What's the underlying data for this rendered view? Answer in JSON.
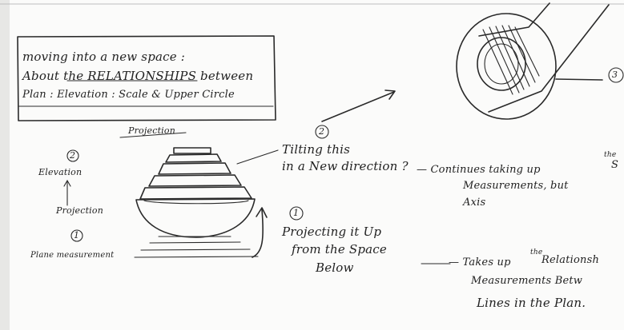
{
  "title_box": {
    "line1": "moving into a new space :",
    "line2": "About the RELATIONSHIPS between",
    "line3": "Plan : Elevation : Scale & Upper Circle"
  },
  "labels": {
    "projection_top": "Projection",
    "num2_left": "2",
    "elevation": "Elevation",
    "projection_left": "Projection",
    "num1_left": "1",
    "plane_measurement": "Plane measurement",
    "num2_mid": "2",
    "tilting_line1": "Tilting this",
    "tilting_line2": "in a New direction ?",
    "num1_mid": "1",
    "projecting_line1": "Projecting it Up",
    "projecting_line2": "from the Space",
    "projecting_line3": "Below",
    "continues_line1": "— Continues taking up",
    "continues_the": "the",
    "continues_tail": "S",
    "continues_line2": "Measurements, but",
    "continues_line3": "Axis",
    "takes_line1": "— Takes up",
    "takes_the": "the",
    "takes_tail": "Relationsh",
    "takes_line2": "Measurements Betw",
    "takes_line3": "Lines in the Plan.",
    "num3": "3"
  },
  "icons": [
    "stacked-dome-sketch",
    "tilted-circle-sketch",
    "arrow-up-icon",
    "arrow-diagonal-icon"
  ]
}
